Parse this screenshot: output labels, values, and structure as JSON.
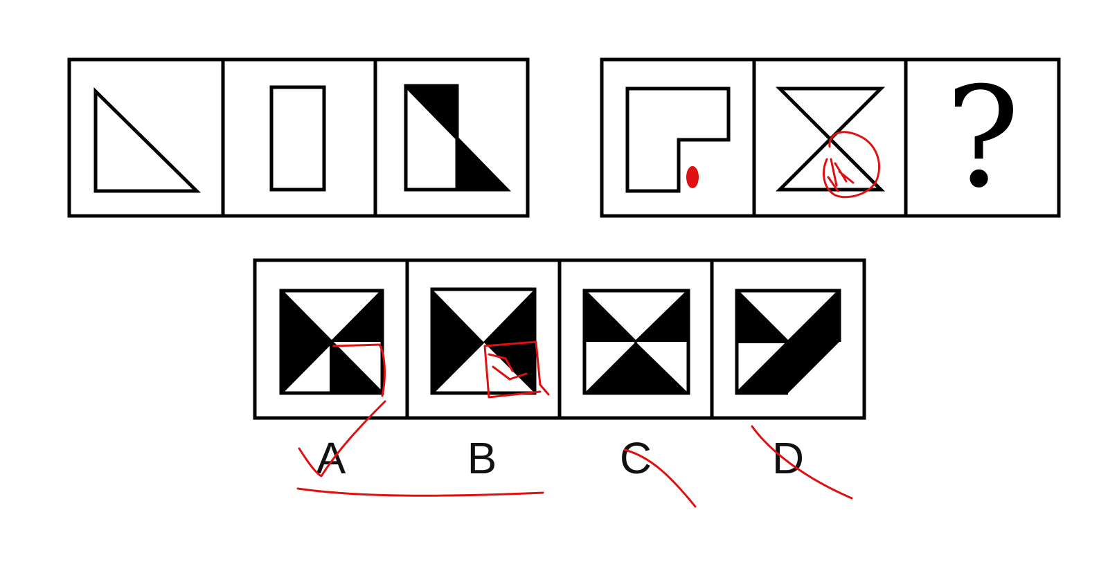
{
  "question_mark": "?",
  "options": [
    {
      "label": "A"
    },
    {
      "label": "B"
    },
    {
      "label": "C"
    },
    {
      "label": "D"
    }
  ],
  "colors": {
    "ink": "#000000",
    "paper": "#ffffff",
    "annotation": "#e01010"
  }
}
